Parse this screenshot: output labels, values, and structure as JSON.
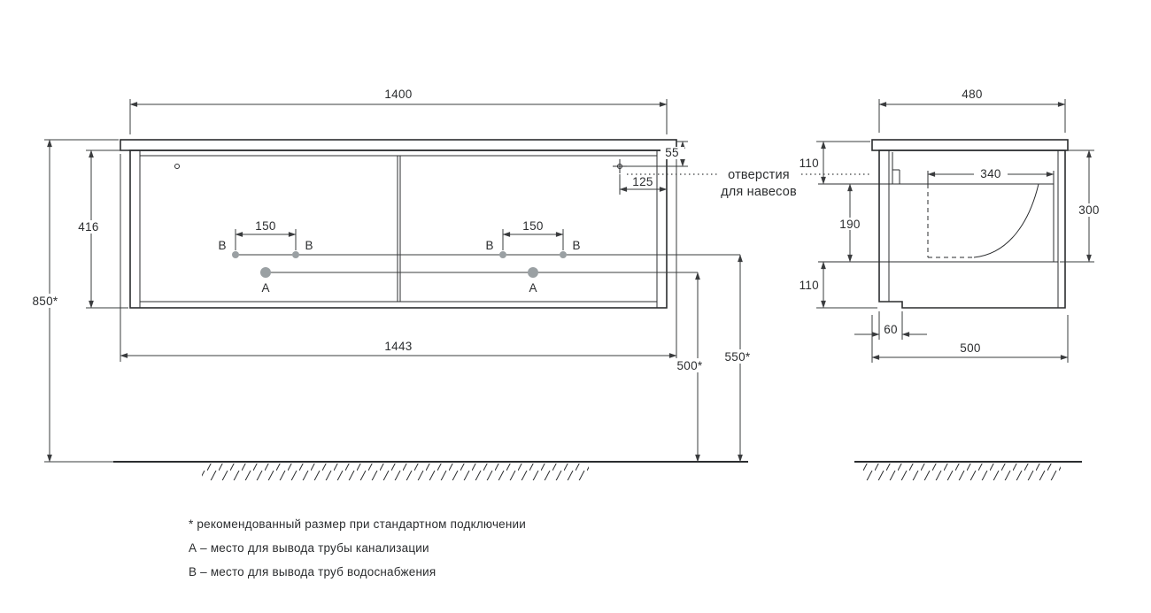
{
  "colors": {
    "line": "#2b2d2f",
    "dim": "#3a3c3e",
    "hole": "#9aa0a3",
    "bg": "#ffffff"
  },
  "front_view": {
    "dim_top_width": "1400",
    "dim_hanger_down": "55",
    "dim_hanger_side": "125",
    "dim_body_height": "416",
    "dim_mount_height": "850*",
    "dim_b_spacing_left": "150",
    "dim_b_spacing_right": "150",
    "dim_bottom_width": "1443",
    "dim_a_to_floor": "500*",
    "dim_b_to_floor": "550*",
    "label_a": "А",
    "label_b": "В"
  },
  "side_view": {
    "dim_top_depth": "480",
    "dim_hanger_offset": "110",
    "dim_middle": "190",
    "dim_lower": "110",
    "dim_basin_width": "340",
    "dim_inner_height": "300",
    "dim_plinth_recess": "60",
    "dim_bottom_depth": "500"
  },
  "callout": {
    "line1": "отверстия",
    "line2": "для навесов"
  },
  "notes": [
    "* рекомендованный размер при стандартном подключении",
    "А – место для вывода трубы канализации",
    "В – место для вывода труб водоснабжения"
  ]
}
